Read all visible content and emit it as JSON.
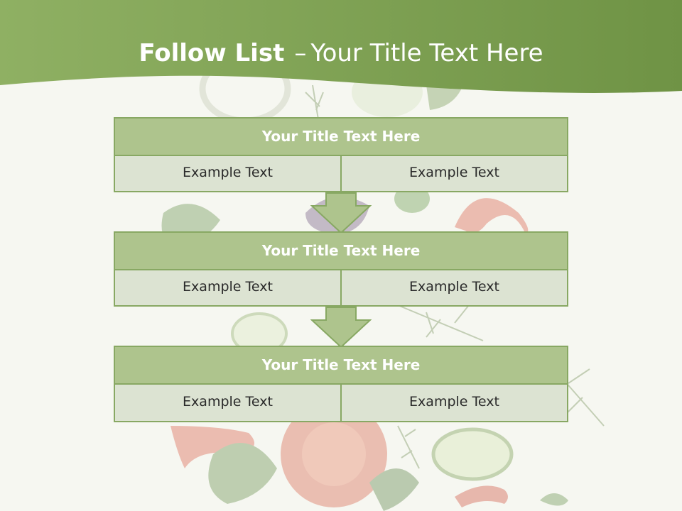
{
  "slide": {
    "title_bold": "Follow List",
    "title_dash": "–",
    "title_rest": "Your Title Text Here"
  },
  "blocks": [
    {
      "title": "Your Title Text Here",
      "cells": [
        "Example Text",
        "Example Text"
      ]
    },
    {
      "title": "Your Title Text Here",
      "cells": [
        "Example Text",
        "Example Text"
      ]
    },
    {
      "title": "Your Title Text Here",
      "cells": [
        "Example Text",
        "Example Text"
      ]
    }
  ],
  "colors": {
    "header_green": "#7f9f55",
    "block_head": "#aec48d",
    "block_body": "#dce3d2",
    "border": "#88a863"
  },
  "icons": {
    "flow_arrow": "down-arrow-icon",
    "background": "salad-vegetables-illustration"
  }
}
